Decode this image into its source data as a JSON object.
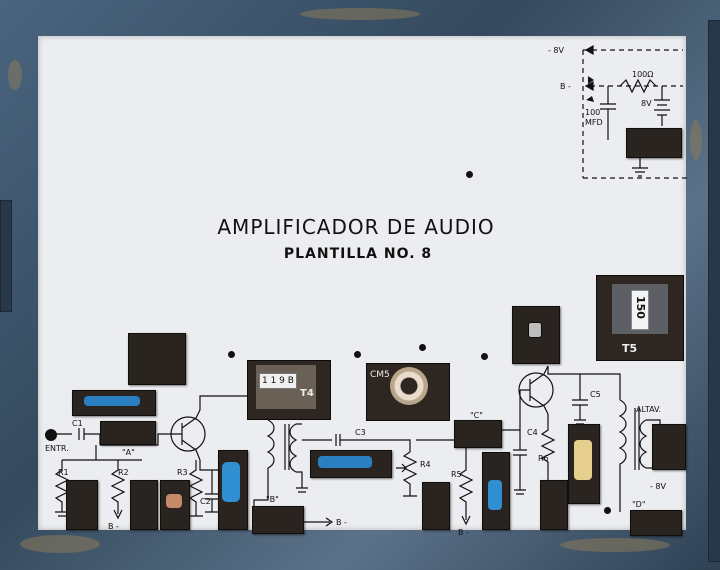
{
  "board": {
    "title": "AMPLIFICADOR DE AUDIO",
    "subtitle": "PLANTILLA NO. 8"
  },
  "labels": {
    "neg8v_top": "- 8V",
    "b_top": "B -",
    "r100": "100Ω",
    "v8": "8V",
    "cap100": "100",
    "mfd": "MFD",
    "c1": "C1",
    "entr": "ENTR.",
    "a": "\"A\"",
    "r1": "R1",
    "r2": "R2",
    "b1": "B -",
    "r3": "R3",
    "c2": "C2",
    "b_quote": "\"B\"",
    "b2": "B -",
    "c3": "C3",
    "r4": "R4",
    "r5": "R5",
    "b3": "B -",
    "c_quote": "\"C\"",
    "c4": "C4",
    "r6": "R6",
    "c5": "C5",
    "altav": "ALTAV.",
    "neg8v_bottom": "- 8V",
    "d_quote": "\"D\"",
    "t4": "T4",
    "t5": "T5",
    "t4_code": "1 1 9 B",
    "t5_code": "150",
    "pot_code": "CM5"
  },
  "colors": {
    "board": "#ecedf0",
    "frame": "#3d5267",
    "block": "#2a2420",
    "resistor_blue": "#2a7fc0"
  }
}
